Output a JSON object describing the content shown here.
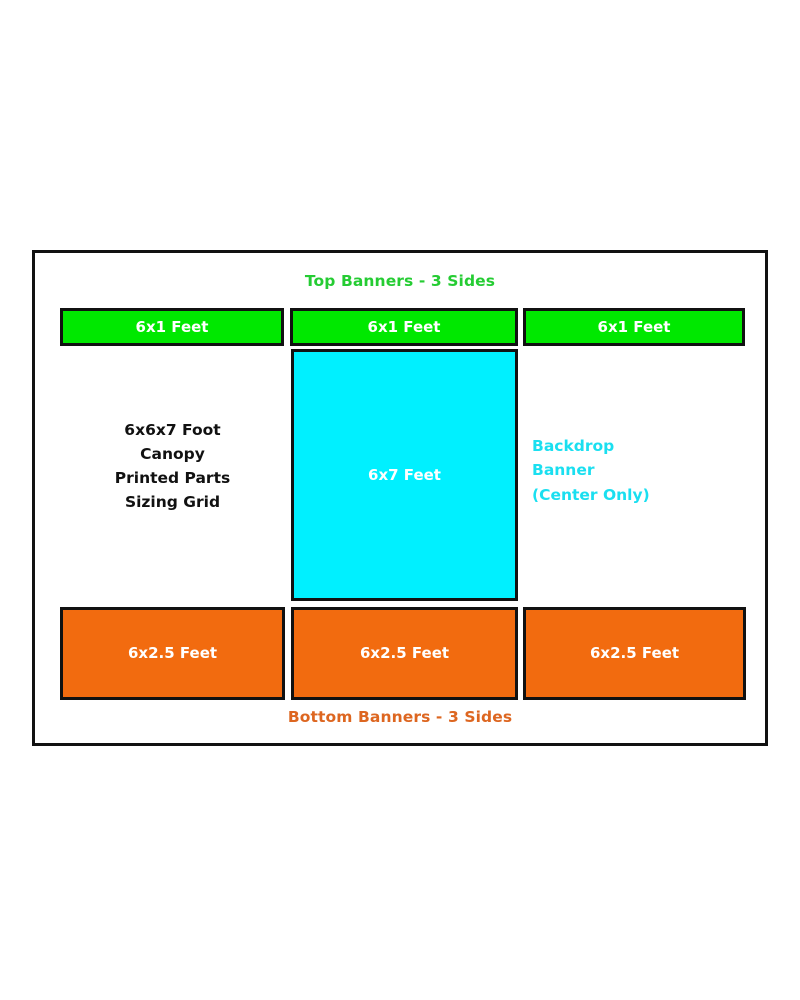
{
  "diagram": {
    "top_caption": "Top Banners - 3 Sides",
    "bottom_caption": "Bottom Banners - 3 Sides",
    "info_text": {
      "line1": "6x6x7 Foot",
      "line2": "Canopy",
      "line3": "Printed Parts",
      "line4": "Sizing Grid"
    },
    "backdrop_note": {
      "line1": "Backdrop",
      "line2": "Banner",
      "line3": "(Center Only)"
    },
    "top_banners": [
      {
        "label": "6x1 Feet"
      },
      {
        "label": "6x1 Feet"
      },
      {
        "label": "6x1 Feet"
      }
    ],
    "backdrop": {
      "label": "6x7 Feet"
    },
    "bottom_banners": [
      {
        "label": "6x2.5 Feet"
      },
      {
        "label": "6x2.5 Feet"
      },
      {
        "label": "6x2.5 Feet"
      }
    ],
    "colors": {
      "top_banner_fill": "#00e800",
      "top_caption_text": "#25cc33",
      "backdrop_fill": "#00f0ff",
      "backdrop_note_text": "#1adff0",
      "bottom_banner_fill": "#f26b0f",
      "bottom_caption_text": "#dd6620",
      "border": "#111111",
      "label_text": "#ffffff",
      "info_text": "#111111",
      "page_background": "#ffffff"
    }
  }
}
